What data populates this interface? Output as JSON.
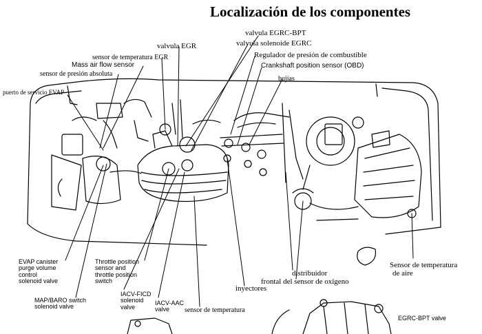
{
  "title": "Localización de los componentes",
  "labels": {
    "egrc_bpt_valve_top": "valvula EGRC-BPT",
    "egrc_solenoid_valve": "valvula solenoide EGRC",
    "egr_valve": "valvula EGR",
    "fuel_pressure_regulator": "Regulador de presión de combustible",
    "egr_temp_sensor": "sensor de temperatura EGR",
    "crankshaft_sensor": "Crankshaft position sensor (OBD)",
    "mass_air_flow_sensor": "Mass air flow sensor",
    "absolute_pressure_sensor": "sensor de presión absoluta",
    "spark_plugs": "bujías",
    "evap_service_port": "puerto de servicio EVAP",
    "evap_canister": [
      "EVAP canister",
      "purge volume",
      "control",
      "solenoid valve"
    ],
    "throttle_position": [
      "Throttle position",
      "sensor and",
      "throttle position",
      "switch"
    ],
    "map_baro": [
      "MAP/BARO switch",
      "solenoid valve"
    ],
    "iacv_ficd": [
      "IACV-FICD",
      "solenoid",
      "valve"
    ],
    "iacv_aac": [
      "IACV-AAC",
      "valve"
    ],
    "temperature_sensor": "sensor de temperatura",
    "injectors": "inyectores",
    "distributor": "distribuidor",
    "oxygen_sensor_front": "frontal del sensor de oxigeno",
    "air_temp_sensor": [
      "Sensor de temperatura",
      "de aire"
    ],
    "egrc_bpt_valve_bottom": "EGRC-BPT valve"
  }
}
